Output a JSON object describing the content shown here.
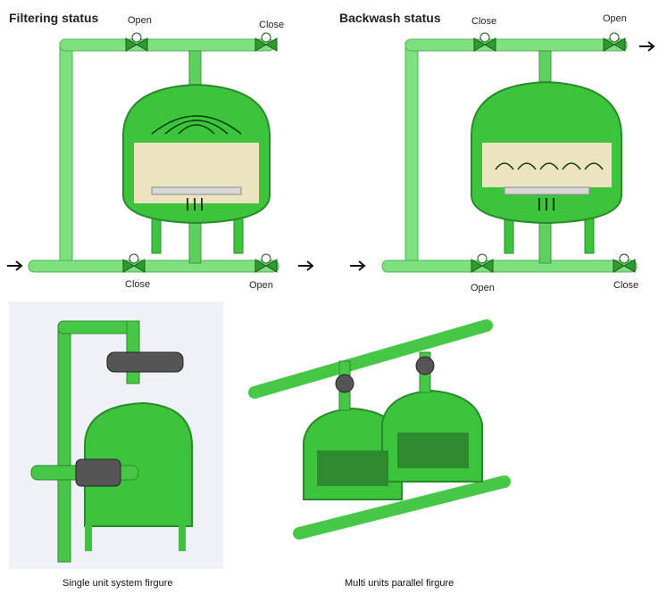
{
  "top_left": {
    "title": "Filtering status",
    "valve_top_left": "Open",
    "valve_top_right": "Close",
    "valve_bottom_left": "Close",
    "valve_bottom_right": "Open"
  },
  "top_right": {
    "title": "Backwash status",
    "valve_top_left": "Close",
    "valve_top_right": "Open",
    "valve_bottom_left": "Open",
    "valve_bottom_right": "Close"
  },
  "bottom": {
    "left_caption": "Single unit system firgure",
    "right_caption": "Multi units parallel firgure"
  },
  "colors": {
    "pipe_green": "#7ee07e",
    "tank_green": "#3cc43c",
    "media_fill": "#ece4c0",
    "valve_dark": "#2f7a2f"
  }
}
